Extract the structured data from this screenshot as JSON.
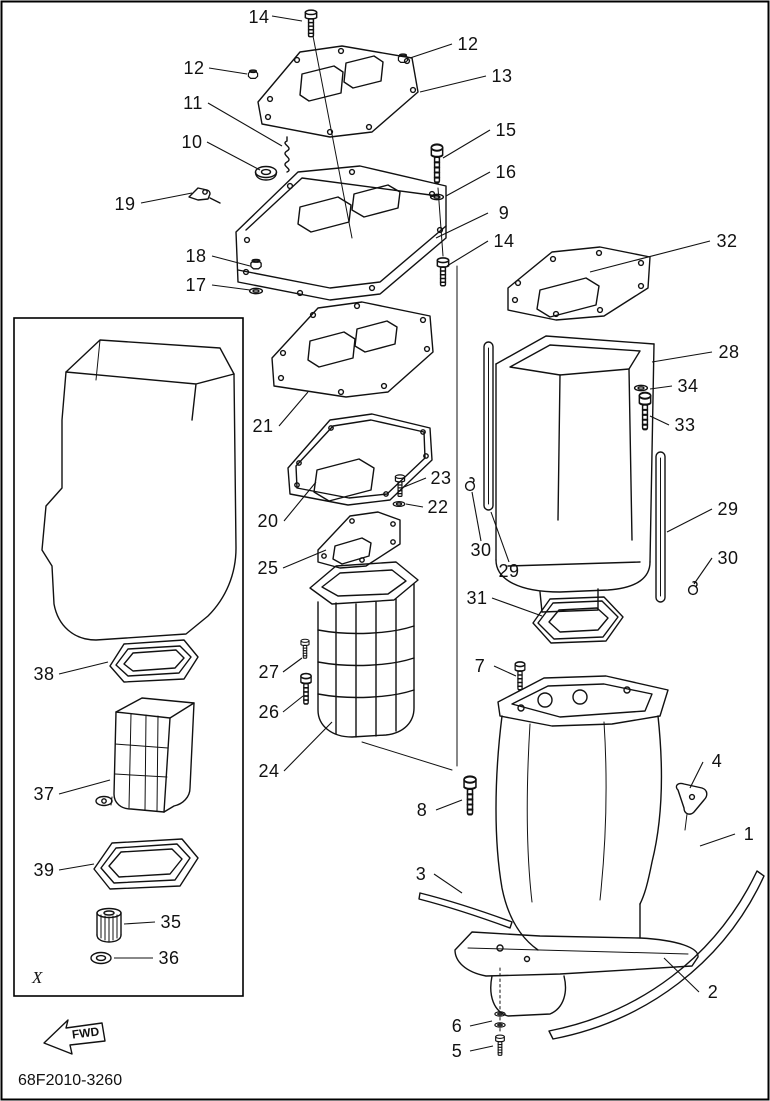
{
  "diagram": {
    "code": "68F2010-3260",
    "inset_label": "X",
    "fwd_label": "FWD",
    "ink_color": "#111111",
    "background_color": "#ffffff"
  },
  "callouts": [
    {
      "id": "14-top",
      "ref": "14"
    },
    {
      "id": "12-right",
      "ref": "12"
    },
    {
      "id": "12-left",
      "ref": "12"
    },
    {
      "id": "13",
      "ref": "13"
    },
    {
      "id": "11",
      "ref": "11"
    },
    {
      "id": "10",
      "ref": "10"
    },
    {
      "id": "15",
      "ref": "15"
    },
    {
      "id": "16",
      "ref": "16"
    },
    {
      "id": "19",
      "ref": "19"
    },
    {
      "id": "9",
      "ref": "9"
    },
    {
      "id": "14-mid",
      "ref": "14"
    },
    {
      "id": "32",
      "ref": "32"
    },
    {
      "id": "18",
      "ref": "18"
    },
    {
      "id": "17",
      "ref": "17"
    },
    {
      "id": "28",
      "ref": "28"
    },
    {
      "id": "34",
      "ref": "34"
    },
    {
      "id": "33",
      "ref": "33"
    },
    {
      "id": "21",
      "ref": "21"
    },
    {
      "id": "23",
      "ref": "23"
    },
    {
      "id": "22",
      "ref": "22"
    },
    {
      "id": "20",
      "ref": "20"
    },
    {
      "id": "30-left",
      "ref": "30"
    },
    {
      "id": "29-left",
      "ref": "29"
    },
    {
      "id": "25",
      "ref": "25"
    },
    {
      "id": "29-right",
      "ref": "29"
    },
    {
      "id": "30-right",
      "ref": "30"
    },
    {
      "id": "31",
      "ref": "31"
    },
    {
      "id": "27",
      "ref": "27"
    },
    {
      "id": "7",
      "ref": "7"
    },
    {
      "id": "26",
      "ref": "26"
    },
    {
      "id": "24",
      "ref": "24"
    },
    {
      "id": "8",
      "ref": "8"
    },
    {
      "id": "4",
      "ref": "4"
    },
    {
      "id": "1",
      "ref": "1"
    },
    {
      "id": "3",
      "ref": "3"
    },
    {
      "id": "2",
      "ref": "2"
    },
    {
      "id": "38",
      "ref": "38"
    },
    {
      "id": "37",
      "ref": "37"
    },
    {
      "id": "39",
      "ref": "39"
    },
    {
      "id": "35",
      "ref": "35"
    },
    {
      "id": "36",
      "ref": "36"
    },
    {
      "id": "6",
      "ref": "6"
    },
    {
      "id": "5",
      "ref": "5"
    }
  ]
}
